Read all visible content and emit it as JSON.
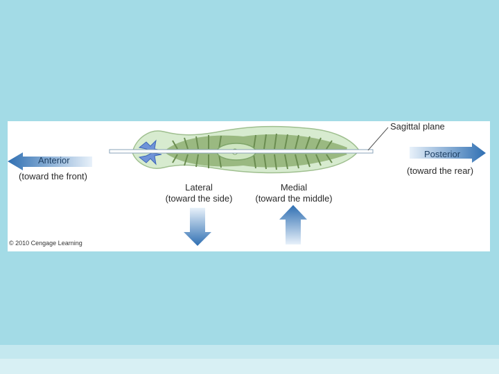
{
  "diagram": {
    "sagittal_plane": "Sagittal plane",
    "anterior": {
      "label": "Anterior",
      "note": "(toward the front)"
    },
    "posterior": {
      "label": "Posterior",
      "note": "(toward the rear)"
    },
    "lateral": {
      "label": "Lateral",
      "note": "(toward the side)"
    },
    "medial": {
      "label": "Medial",
      "note": "(toward the middle)"
    },
    "credit": "© 2010 Cengage Learning"
  },
  "colors": {
    "background": "#a3dbe6",
    "arrow_blue": "#3b82c4",
    "body_green": "#b9d7a0",
    "gut_green": "#6d8f54"
  }
}
